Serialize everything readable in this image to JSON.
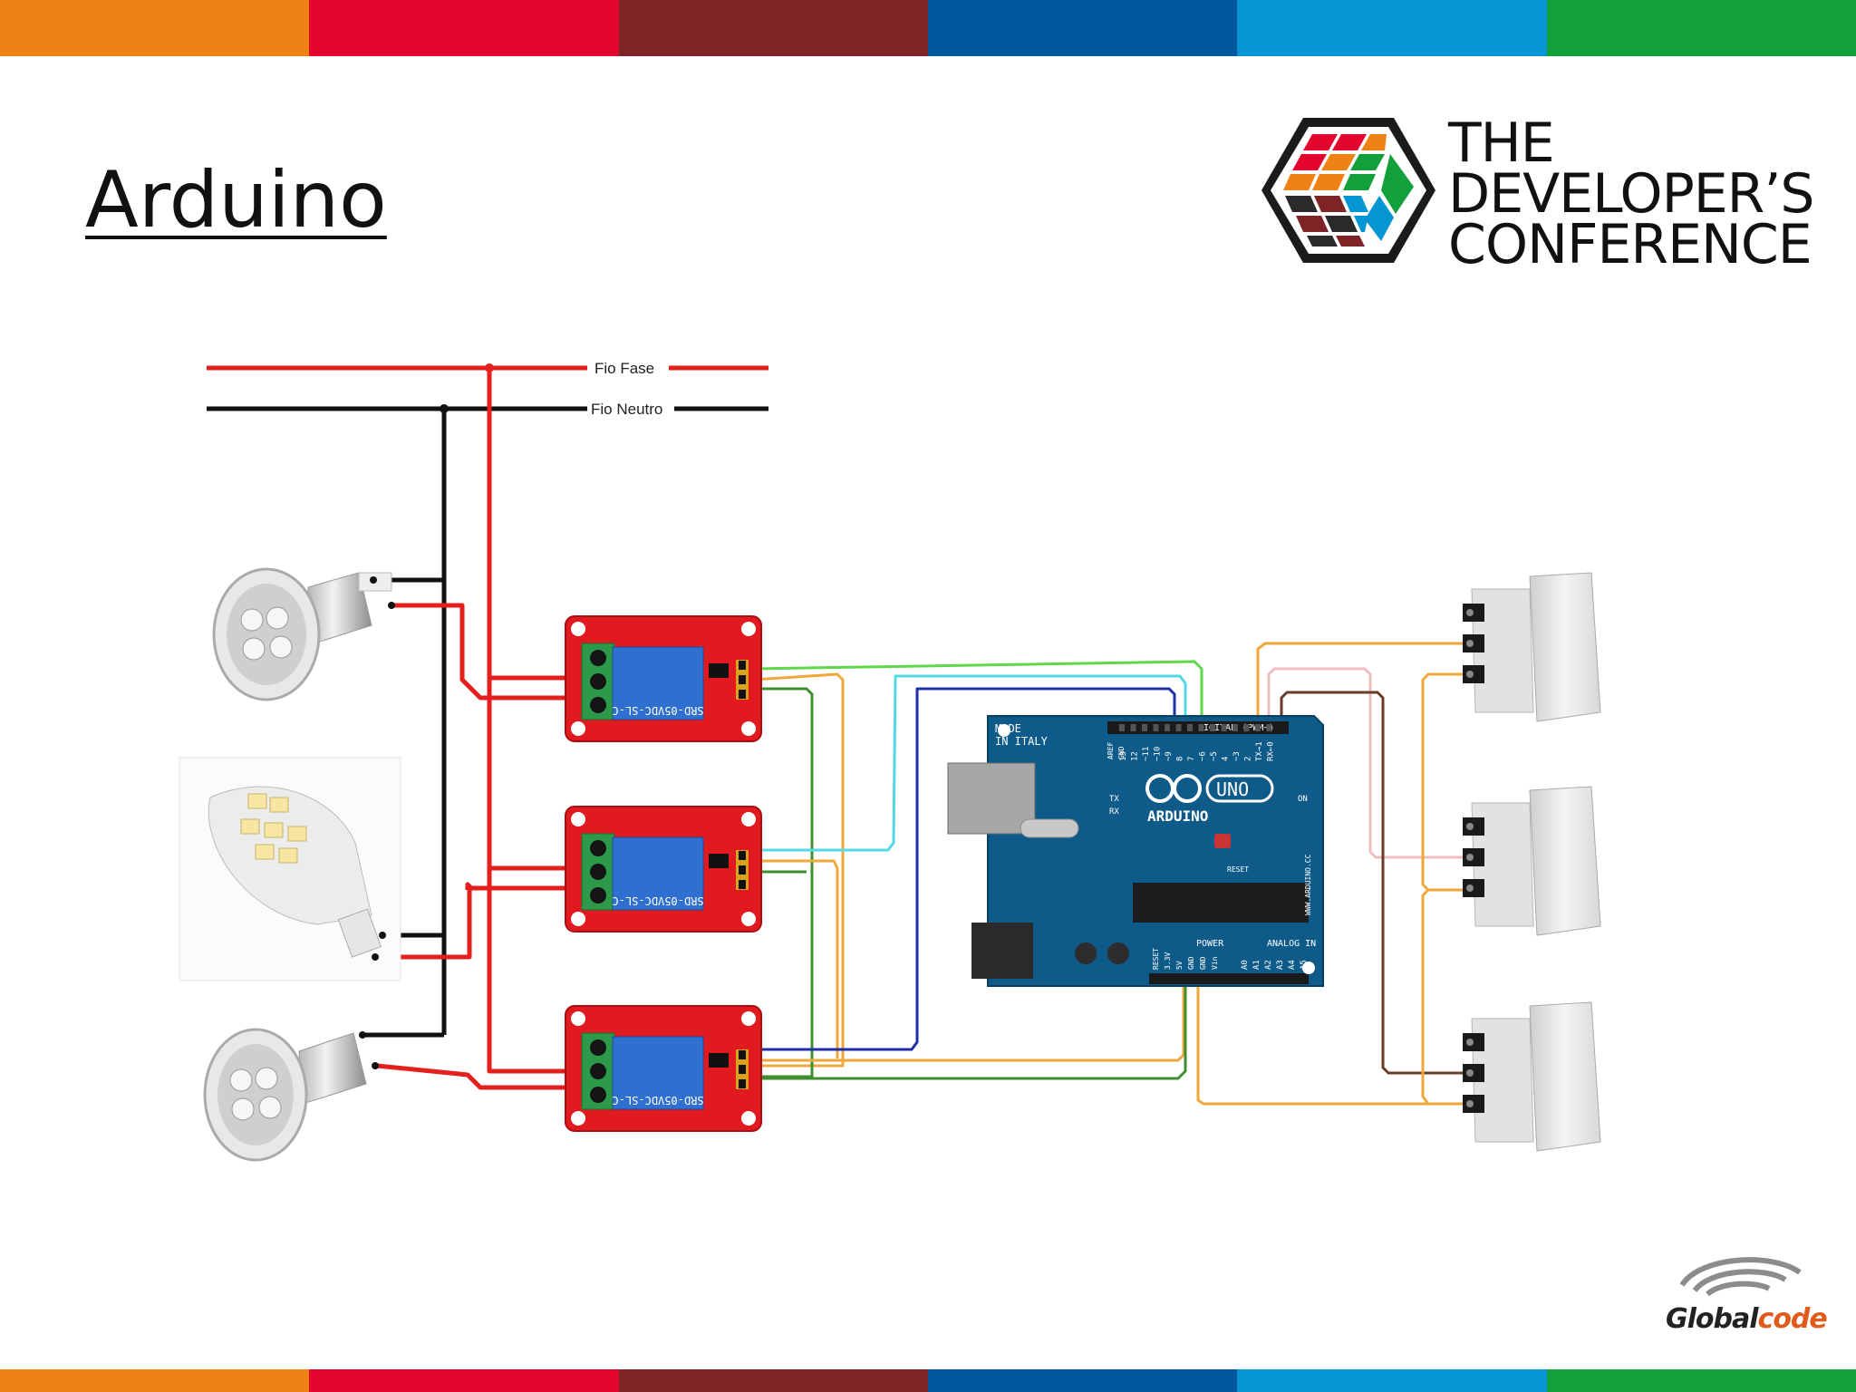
{
  "slide": {
    "title": "Arduino",
    "stripe_colors": [
      "#ef8214",
      "#e2062f",
      "#7f2426",
      "#0057a0",
      "#0495d3",
      "#12a03a"
    ]
  },
  "logo": {
    "line1": "THE",
    "line2": "DEVELOPER’S",
    "line3": "CONFERENCE"
  },
  "diagram": {
    "phase_wire_label": "Fio Fase",
    "neutral_wire_label": "Fio Neutro",
    "board": {
      "made_in": "MADE",
      "made_in_2": "IN ITALY",
      "brand": "ARDUINO",
      "model": "UNO",
      "digital_header": "DIGITAL (PWM~)",
      "power_header": "POWER",
      "analog_header": "ANALOG IN",
      "aref": "AREF",
      "gnd": "GND",
      "tx": "TX",
      "rx": "RX",
      "on": "ON",
      "reset": "RESET",
      "website": "WWW.ARDUINO.CC",
      "pins_digital": [
        "13",
        "12",
        "~11",
        "~10",
        "~9",
        "8",
        "7",
        "~6",
        "~5",
        "4",
        "~3",
        "2",
        "TX→1",
        "RX←0"
      ],
      "pins_power": [
        "RESET",
        "3.3V",
        "5V",
        "GND",
        "GND",
        "Vin"
      ],
      "pins_analog": [
        "A0",
        "A1",
        "A2",
        "A3",
        "A4",
        "A5"
      ]
    },
    "relay_text": "SRD-05VDC-SL-C"
  },
  "footer": {
    "brand_part1": "Global",
    "brand_part2": "code"
  }
}
